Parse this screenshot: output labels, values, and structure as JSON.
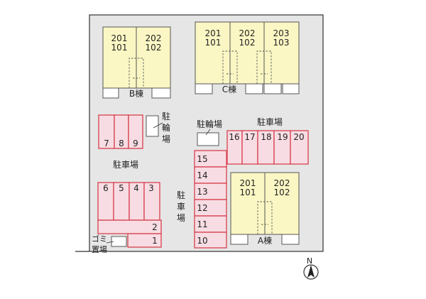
{
  "buildings": {
    "b": {
      "name": "B棟",
      "units": [
        [
          "201",
          "101"
        ],
        [
          "202",
          "102"
        ]
      ]
    },
    "c": {
      "name": "C棟",
      "units": [
        [
          "201",
          "101"
        ],
        [
          "202",
          "102"
        ],
        [
          "203",
          "103"
        ]
      ]
    },
    "a": {
      "name": "A棟",
      "units": [
        [
          "201",
          "101"
        ],
        [
          "202",
          "102"
        ]
      ]
    }
  },
  "labels": {
    "bike_parking": "駐輪場",
    "parking": "駐車場",
    "garbage": "ゴミ置場",
    "north": "N"
  },
  "parking": {
    "lot_789": [
      "7",
      "8",
      "9"
    ],
    "lot_top_right": [
      "16",
      "17",
      "18",
      "19",
      "20"
    ],
    "lot_left": [
      "6",
      "5",
      "4",
      "3"
    ],
    "lot_left_rows": [
      "2",
      "1"
    ],
    "lot_center": [
      "15",
      "14",
      "13",
      "12",
      "11",
      "10"
    ]
  },
  "colors": {
    "parking_fill": "#f7dde3",
    "parking_stroke": "#d8404e",
    "building_fill": "#fbf7c4",
    "site_fill": "#e6e6e6"
  }
}
